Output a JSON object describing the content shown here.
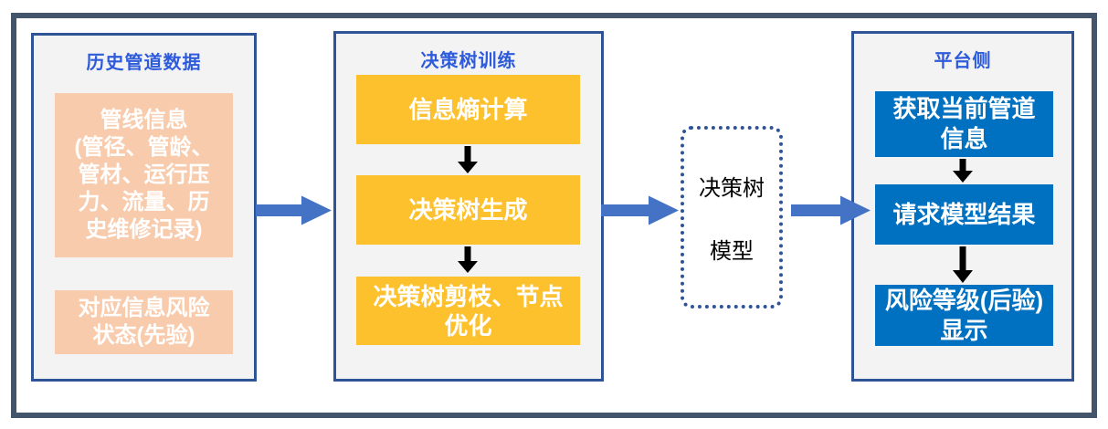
{
  "diagram": {
    "left_panel": {
      "title": "历史管道数据",
      "box1": "管线信息\n(管径、管龄、\n管材、运行压\n力、流量、历\n史维修记录)",
      "box2": "对应信息风险\n状态(先验)"
    },
    "training_panel": {
      "title": "决策树训练",
      "box1": "信息熵计算",
      "box2": "决策树生成",
      "box3": "决策树剪枝、节点\n优化"
    },
    "model_box": {
      "line1": "决策树",
      "line2": "模型"
    },
    "platform_panel": {
      "title": "平台侧",
      "box1": "获取当前管道\n信息",
      "box2": "请求模型结果",
      "box3": "风险等级(后验)\n显示"
    },
    "colors": {
      "outer_border": "#44546A",
      "panel_border": "#2F5496",
      "panel_background": "#F3F3F3",
      "title_text": "#2E5BDB",
      "history_box": "#F8CBAD",
      "training_box": "#FEC12E",
      "platform_box": "#0070C0",
      "flow_arrow": "#4472C4",
      "step_arrow": "#000000",
      "box_text": "#FFFFFF",
      "model_text": "#000000"
    }
  }
}
